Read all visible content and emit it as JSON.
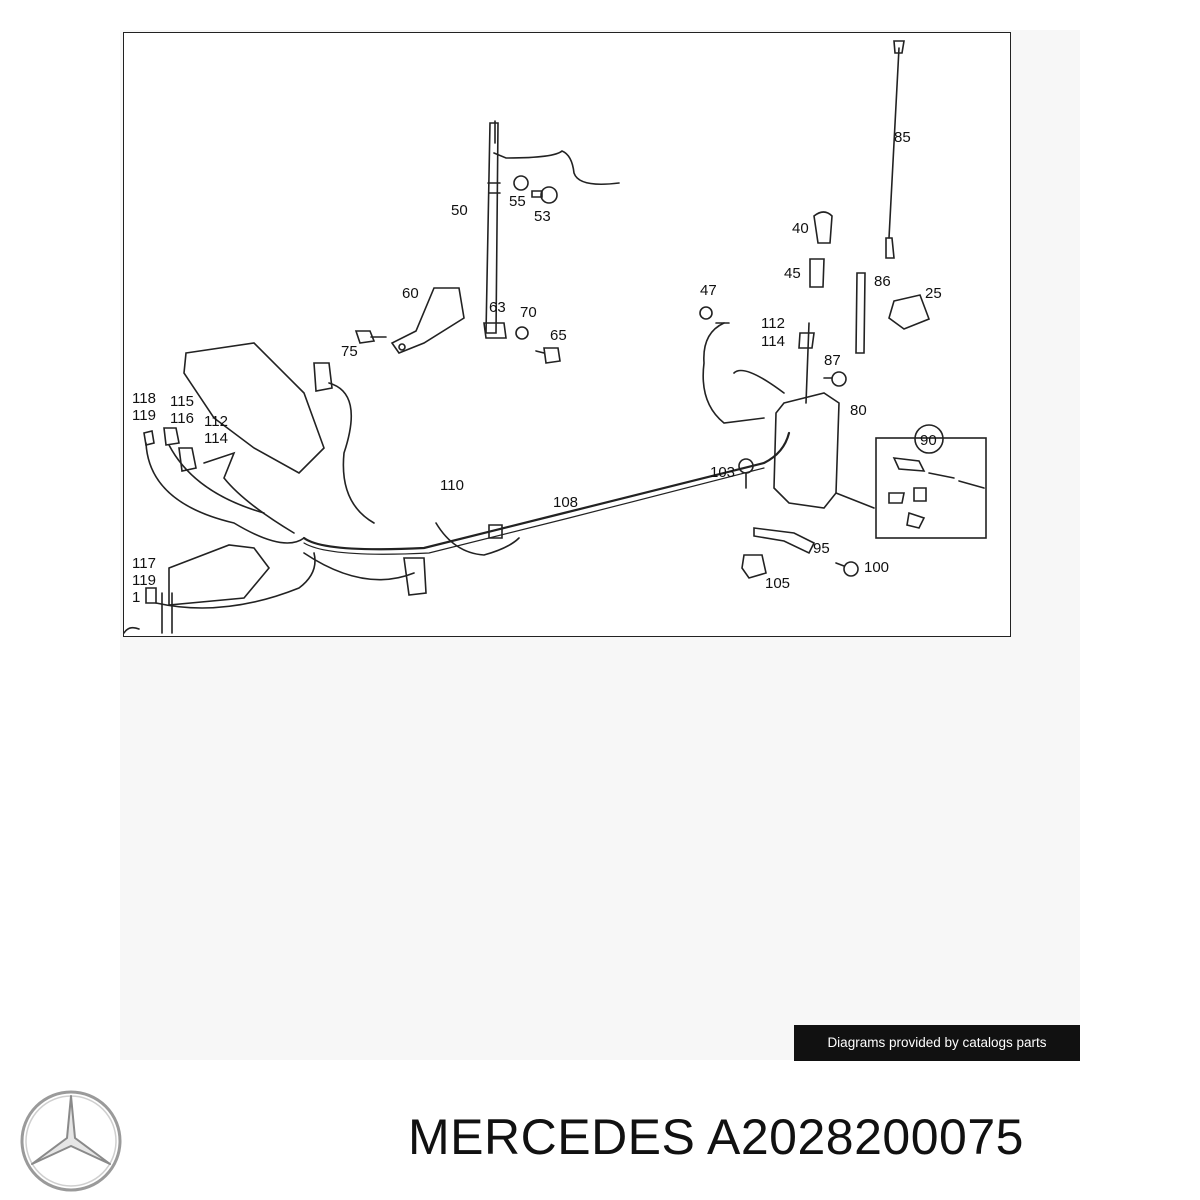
{
  "diagram": {
    "callouts": {
      "c85": "85",
      "c50": "50",
      "c55": "55",
      "c53": "53",
      "c40": "40",
      "c45": "45",
      "c86": "86",
      "c25": "25",
      "c47": "47",
      "c60": "60",
      "c63": "63",
      "c70": "70",
      "c65": "65",
      "c75": "75",
      "c112r": "112",
      "c114r": "114",
      "c87": "87",
      "c80": "80",
      "c90": "90",
      "c118": "118",
      "c119a": "119",
      "c115": "115",
      "c116": "116",
      "c112l": "112",
      "c114l": "114",
      "c110": "110",
      "c108": "108",
      "c103": "103",
      "c95": "95",
      "c100": "100",
      "c105": "105",
      "c117": "117",
      "c119b": "119",
      "c1": "1"
    }
  },
  "badge": {
    "text": "Diagrams provided by catalogs parts"
  },
  "brand": {
    "title": "MERCEDES A2028200075",
    "logo_icon": "mercedes-star-icon"
  },
  "colors": {
    "ink": "#111111",
    "badge_bg": "#111111",
    "panel_bg": "#f7f7f7"
  }
}
